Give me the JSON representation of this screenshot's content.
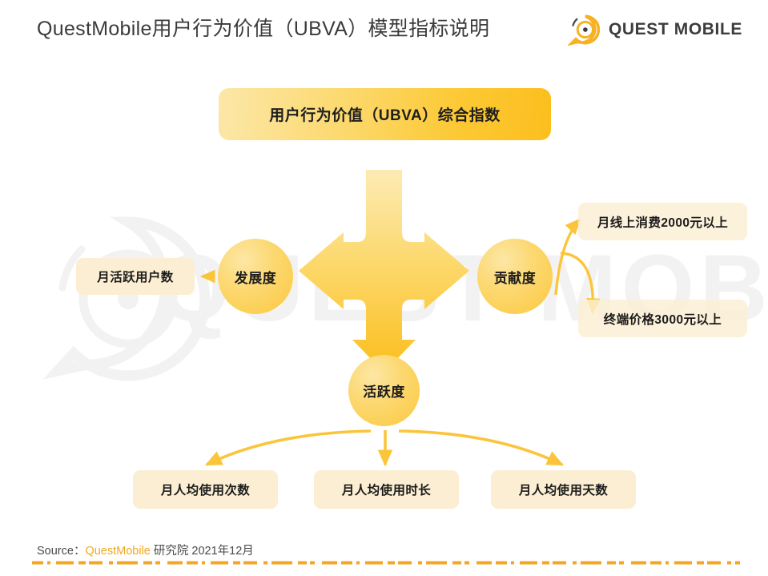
{
  "header": {
    "title": "QuestMobile用户行为价值（UBVA）模型指标说明",
    "logo_word": "QUEST MOBILE",
    "logo_icon": "questmobile-speech-bubble-icon"
  },
  "watermark": {
    "text": "QUEST MOBILE",
    "logo_icon": "questmobile-watermark-icon"
  },
  "diagram": {
    "root": {
      "label": "用户行为价值（UBVA）综合指数"
    },
    "branch_arrow_icon": "three-way-split-arrow-icon",
    "nodes": {
      "development": "发展度",
      "contribution": "贡献度",
      "activity": "活跃度"
    },
    "leaves": {
      "mau": "月活跃用户数",
      "spend": "月线上消费2000元以上",
      "price": "终端价格3000元以上",
      "times": "月人均使用次数",
      "duration": "月人均使用时长",
      "days": "月人均使用天数"
    }
  },
  "footer": {
    "prefix": "Source：",
    "brand": "QuestMobile",
    "suffix": " 研究院 2021年12月"
  },
  "colors": {
    "accent": "#FCBE1E",
    "accent_light": "#FBEED2",
    "arrow": "#FBC53B",
    "title_text": "#3B3B3B",
    "watermark": "#F2F2F2"
  }
}
